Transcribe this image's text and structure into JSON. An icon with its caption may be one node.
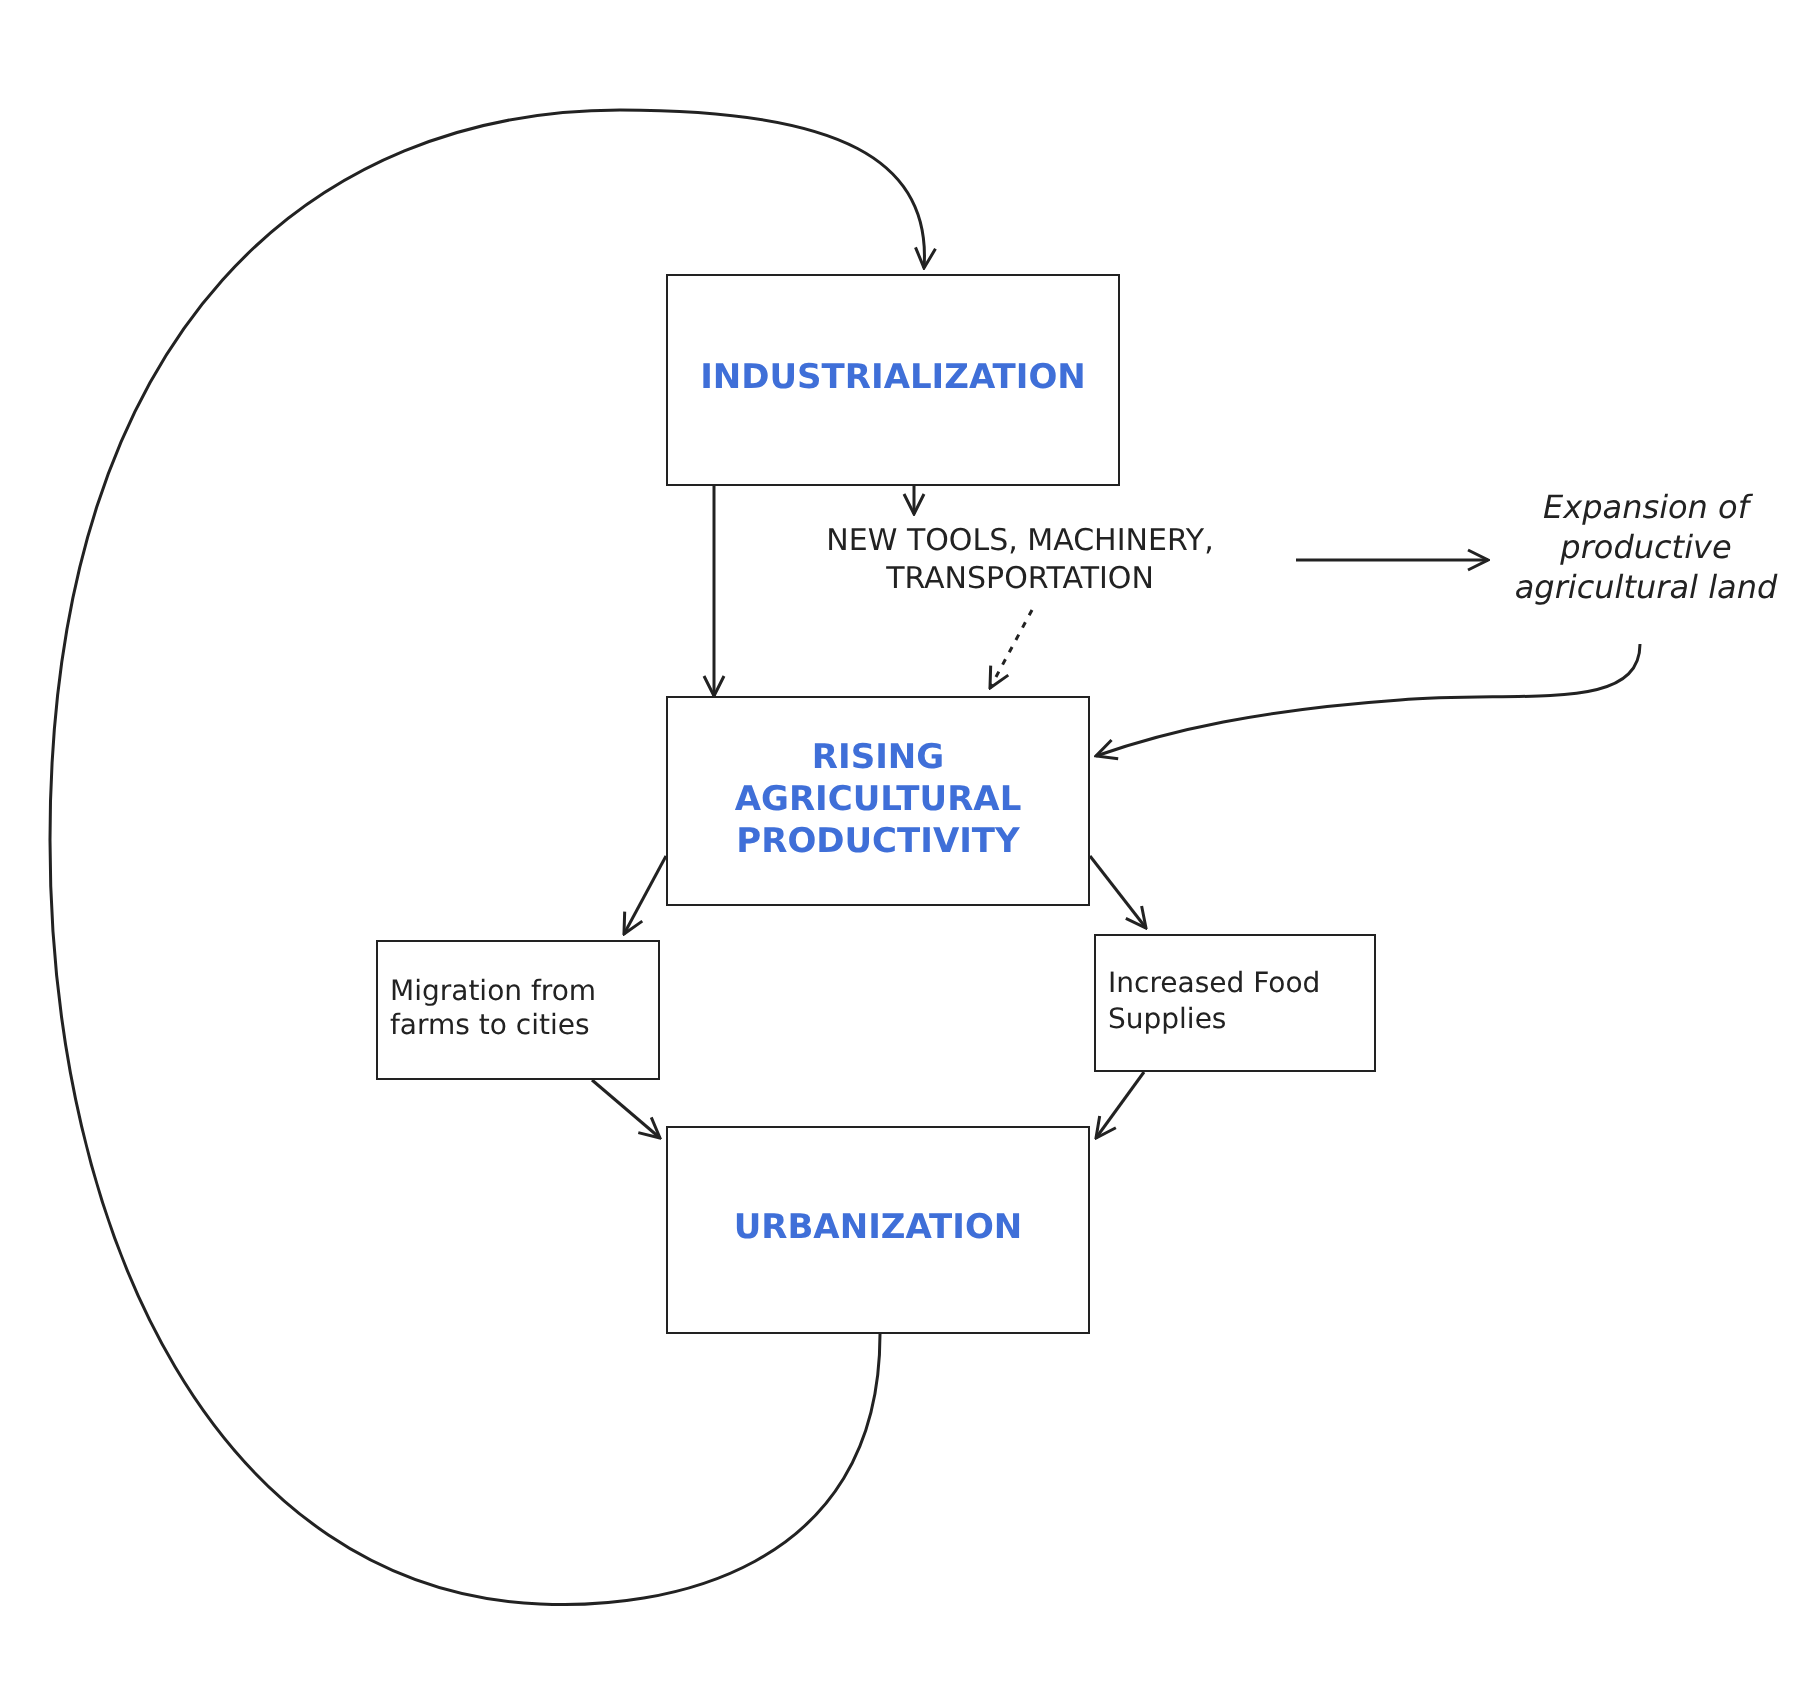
{
  "diagram": {
    "nodes": [
      {
        "text": [
          "INDUSTRIALIZATION"
        ]
      },
      {
        "text": [
          "NEW TOOLS, MACHINERY, TRANSPORTATION"
        ]
      },
      {
        "text": [
          "Expansion of productive agricultural land"
        ]
      },
      {
        "text": [
          "RISING AGRICULTURAL PRODUCTIVITY"
        ]
      },
      {
        "text": [
          "Migration from farms to cities"
        ]
      },
      {
        "text": [
          "Increased Food Supplies"
        ]
      },
      {
        "text": [
          "URBANIZATION"
        ]
      }
    ],
    "edges": [
      {
        "from": 0,
        "to": 1,
        "arrow": "to"
      },
      {
        "from": 0,
        "to": 3,
        "arrow": "to"
      },
      {
        "from": 1,
        "to": 2,
        "arrow": "to"
      },
      {
        "from": 1,
        "to": 3,
        "arrow": "to",
        "style": "dashed"
      },
      {
        "from": 2,
        "to": 3,
        "arrow": "to"
      },
      {
        "from": 3,
        "to": 4,
        "arrow": "to"
      },
      {
        "from": 3,
        "to": 5,
        "arrow": "to"
      },
      {
        "from": 4,
        "to": 6,
        "arrow": "to"
      },
      {
        "from": 5,
        "to": 6,
        "arrow": "to"
      },
      {
        "from": 6,
        "to": 0,
        "arrow": "to"
      }
    ]
  }
}
